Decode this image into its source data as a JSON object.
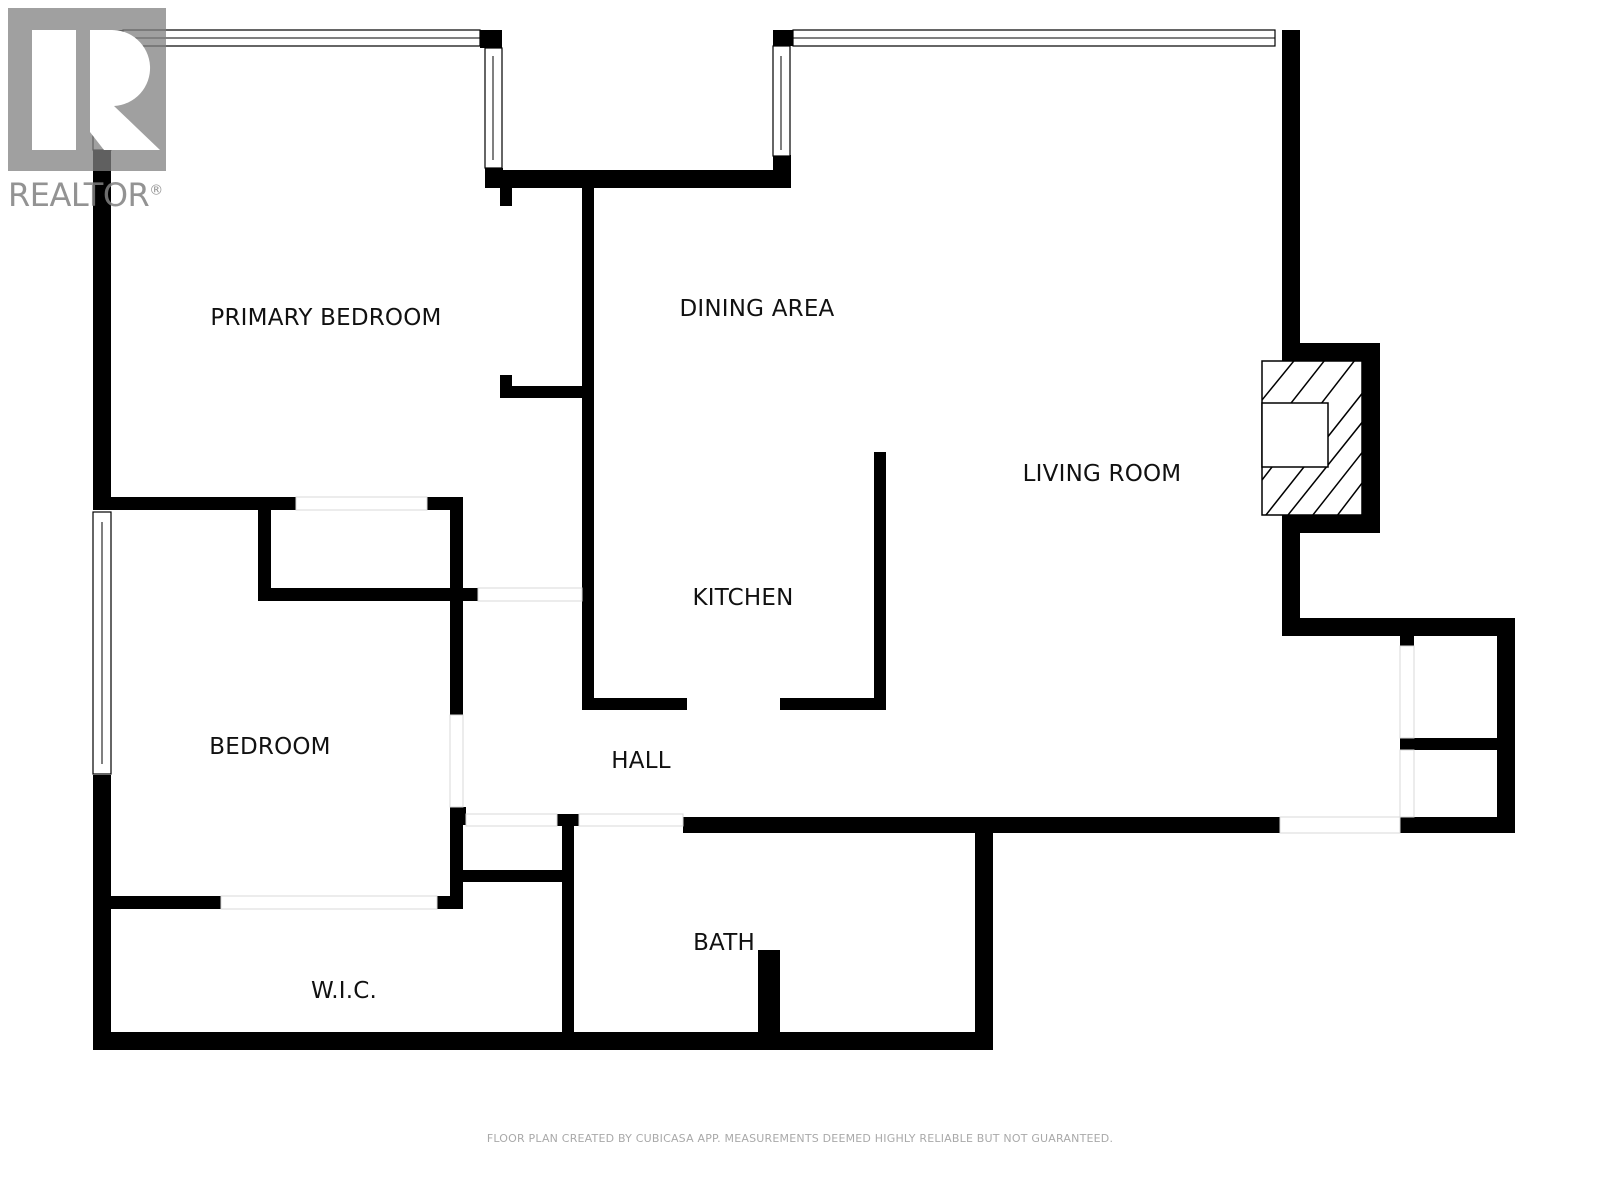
{
  "watermark": {
    "brand": "REALTOR",
    "registered_mark": "®",
    "color": "#8a8a8a"
  },
  "rooms": [
    {
      "id": "primary-bedroom",
      "label": "PRIMARY BEDROOM"
    },
    {
      "id": "dining-area",
      "label": "DINING AREA"
    },
    {
      "id": "living-room",
      "label": "LIVING ROOM"
    },
    {
      "id": "kitchen",
      "label": "KITCHEN"
    },
    {
      "id": "bedroom",
      "label": "BEDROOM"
    },
    {
      "id": "hall",
      "label": "HALL"
    },
    {
      "id": "bath",
      "label": "BATH"
    },
    {
      "id": "wic",
      "label": "W.I.C."
    }
  ],
  "footer": {
    "disclaimer": "FLOOR PLAN CREATED BY CUBICASA APP. MEASUREMENTS DEEMED HIGHLY RELIABLE BUT NOT GUARANTEED."
  },
  "colors": {
    "wall": "#000000",
    "background": "#ffffff",
    "footer_text": "#a9a9a9"
  }
}
